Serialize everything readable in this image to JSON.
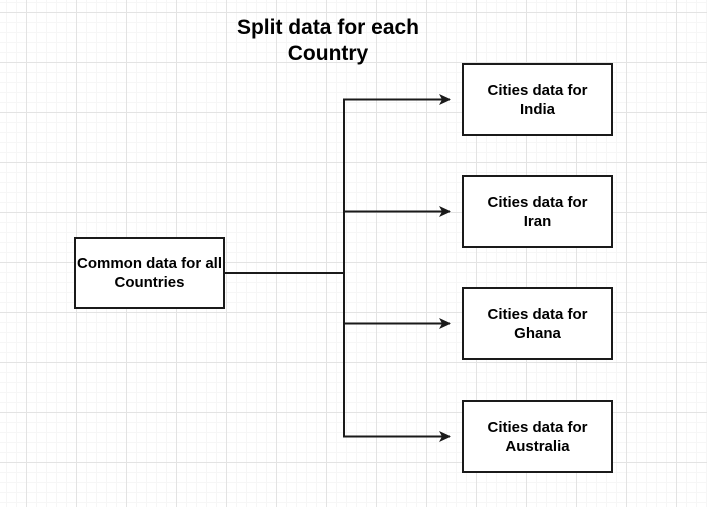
{
  "title": {
    "line1": "Split data for each",
    "line2": "Country"
  },
  "nodes": {
    "common": {
      "line1": "Common data for all",
      "line2": "Countries"
    },
    "india": {
      "line1": "Cities data for",
      "line2": "India"
    },
    "iran": {
      "line1": "Cities data for",
      "line2": "Iran"
    },
    "ghana": {
      "line1": "Cities data for",
      "line2": "Ghana"
    },
    "australia": {
      "line1": "Cities data for",
      "line2": "Australia"
    }
  },
  "edges": [
    {
      "from": "Common data for all Countries",
      "to": "Cities data for India"
    },
    {
      "from": "Common data for all Countries",
      "to": "Cities data for Iran"
    },
    {
      "from": "Common data for all Countries",
      "to": "Cities data for Ghana"
    },
    {
      "from": "Common data for all Countries",
      "to": "Cities data for Australia"
    }
  ],
  "colors": {
    "background": "#ffffff",
    "grid_minor": "#f6f6f6",
    "grid_major": "#e3e3e3",
    "node_fill": "#ffffff",
    "node_border": "#1a1a1a",
    "connector": "#1a1a1a",
    "text": "#000000"
  }
}
